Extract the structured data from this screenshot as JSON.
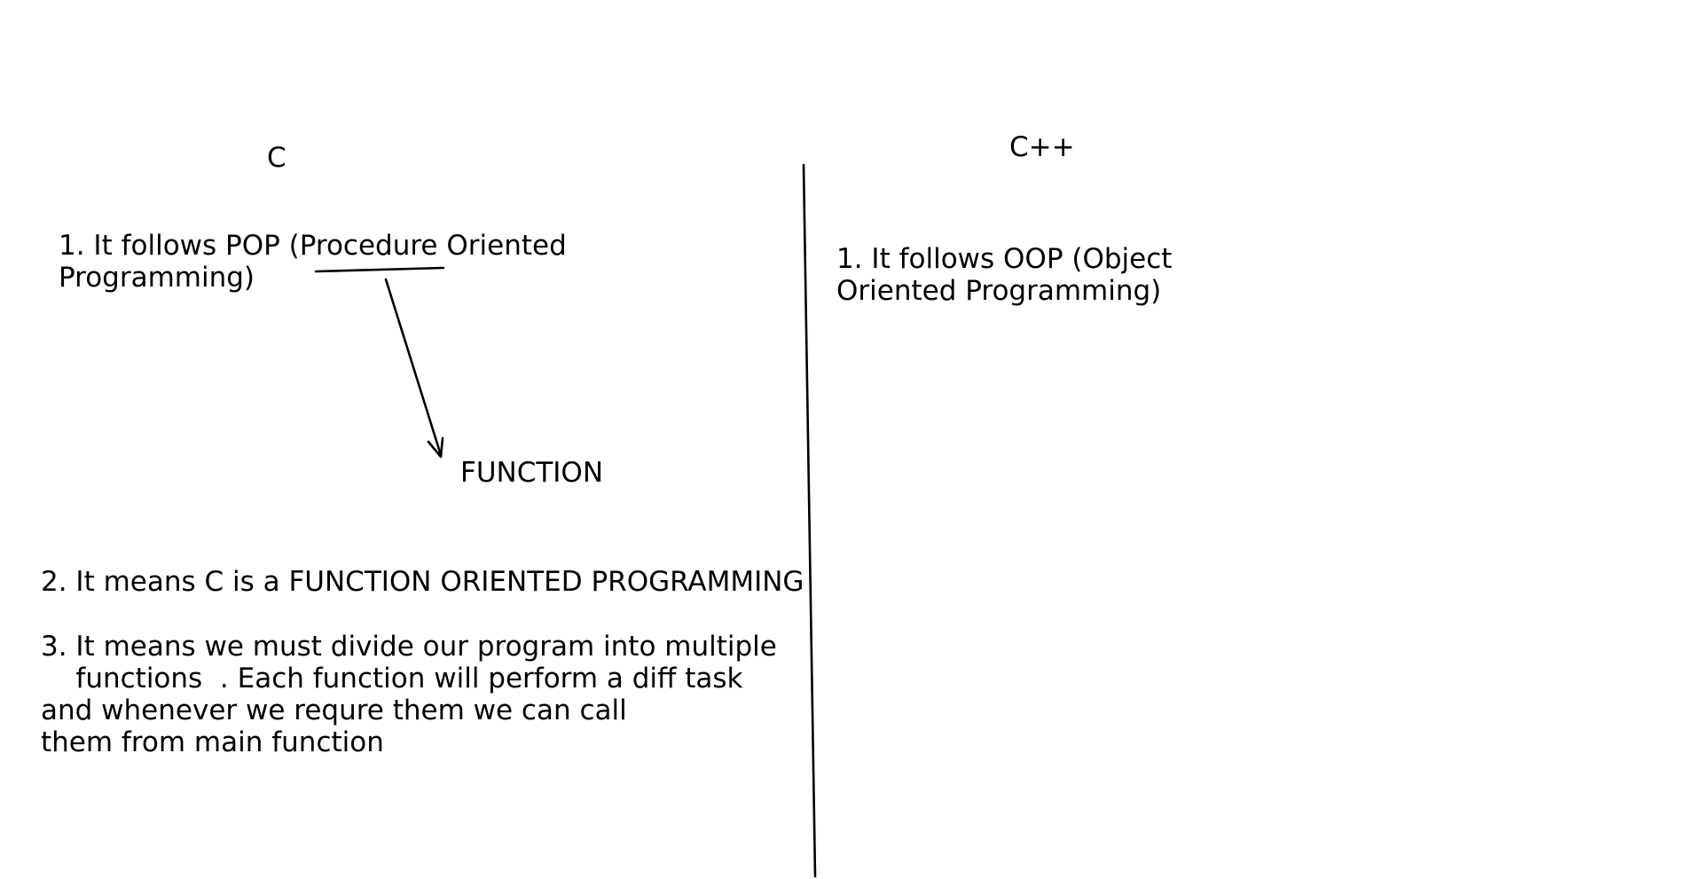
{
  "left_column": {
    "heading": "C",
    "point1_line1": "1. It follows POP (Procedure Oriented",
    "point1_line2": "Programming)",
    "annotation": "FUNCTION",
    "point2": "2. It means C is a FUNCTION ORIENTED PROGRAMMING",
    "point3_line1": "3. It means we must divide our program into multiple",
    "point3_line2": "    functions  . Each function will perform a diff task",
    "point3_line3": "and whenever we requre them we can call",
    "point3_line4": "them from main function"
  },
  "right_column": {
    "heading": "C++",
    "point1_line1": "1. It follows OOP (Object",
    "point1_line2": "Oriented Programming)"
  },
  "colors": {
    "ink": "#000000",
    "background": "#ffffff"
  }
}
